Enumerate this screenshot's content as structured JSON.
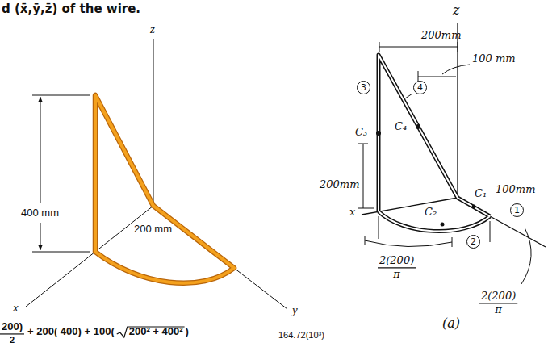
{
  "diagram": {
    "title": "d (x̄,ȳ,z̄) of the wire.",
    "labels": [
      "z",
      "400 mm",
      "200 mm",
      "x",
      "y",
      "200)",
      "2",
      "+ 200( 400) + 100(",
      "200² + 400²",
      ")",
      "164.72(10³)",
      "z",
      "200mm",
      "100 mm",
      "3",
      "4",
      "C₃",
      "C₄",
      "200mm",
      "100mm",
      "C₁",
      "1",
      "x",
      "C₂",
      "2",
      "2(200)",
      "π",
      "2(200)",
      "π",
      "(a)"
    ]
  }
}
